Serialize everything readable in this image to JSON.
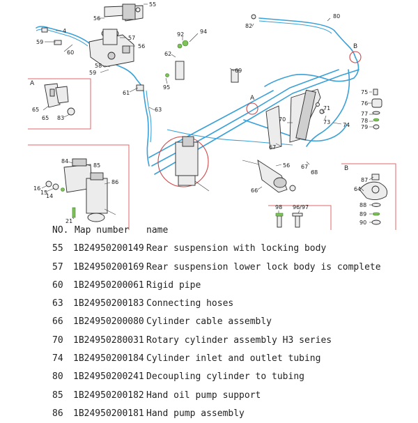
{
  "diagram": {
    "callouts": [
      "55",
      "56",
      "57",
      "56",
      "4",
      "59",
      "60",
      "58",
      "59",
      "92",
      "94",
      "62",
      "80",
      "82",
      "61",
      "95",
      "69",
      "63",
      "B",
      "A",
      "75",
      "76",
      "77",
      "78",
      "79",
      "71",
      "73",
      "74",
      "70",
      "67",
      "56",
      "67",
      "68",
      "66",
      "84",
      "85",
      "86",
      "16",
      "15",
      "14",
      "21",
      "87",
      "64",
      "88",
      "89",
      "90",
      "98",
      "96/97",
      "65",
      "83",
      "65"
    ],
    "section_labels": [
      "A",
      "B"
    ]
  },
  "table": {
    "header": {
      "no": "NO.",
      "map": "Map number",
      "name": "name"
    },
    "rows": [
      {
        "no": "55",
        "map": "1B24950200149",
        "name": "Rear suspension with locking body"
      },
      {
        "no": "57",
        "map": "1B24950200169",
        "name": "Rear suspension lower lock body is complete"
      },
      {
        "no": "60",
        "map": "1B24950200061",
        "name": "Rigid pipe"
      },
      {
        "no": "63",
        "map": "1B24950200183",
        "name": "Connecting hoses"
      },
      {
        "no": "66",
        "map": "1B24950200080",
        "name": "Cylinder cable assembly"
      },
      {
        "no": "70",
        "map": "1B24950280031",
        "name": "Rotary cylinder assembly H3 series"
      },
      {
        "no": "74",
        "map": "1B24950200184",
        "name": "Cylinder inlet and outlet tubing"
      },
      {
        "no": "80",
        "map": "1B24950200241",
        "name": "Decoupling cylinder to tubing"
      },
      {
        "no": "85",
        "map": "1B24950200182",
        "name": "Hand oil pump support"
      },
      {
        "no": "86",
        "map": "1B24950200181",
        "name": "Hand pump assembly"
      }
    ]
  }
}
